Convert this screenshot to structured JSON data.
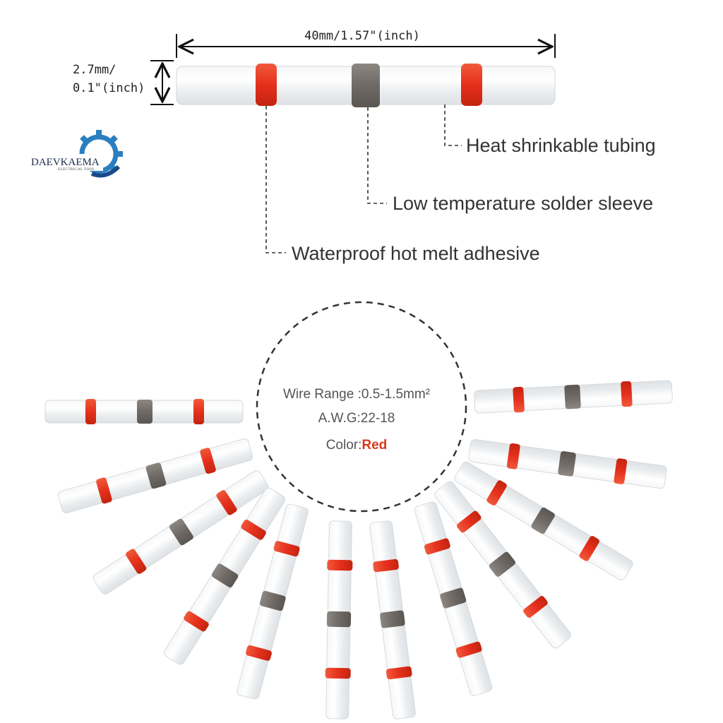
{
  "dimensions": {
    "length_label": "40mm/1.57\"(inch)",
    "diameter_label_line1": "2.7mm/",
    "diameter_label_line2": "0.1\"(inch)"
  },
  "callouts": {
    "heat_shrink": "Heat shrinkable tubing",
    "solder_sleeve": "Low temperature solder sleeve",
    "adhesive": "Waterproof hot melt adhesive"
  },
  "logo": {
    "name": "DAEVKAEMA",
    "tagline": "ELECTRICAL TOOL"
  },
  "specs": {
    "wire_range": "Wire Range :0.5-1.5mm²",
    "awg": "A.W.G:22-18",
    "color_label": "Color:",
    "color_value": "Red"
  },
  "colors": {
    "ring_red": "#e8321e",
    "solder_gray": "#7a7470",
    "tube": "#eef0f2",
    "logo_blue": "#2a7fc1"
  }
}
